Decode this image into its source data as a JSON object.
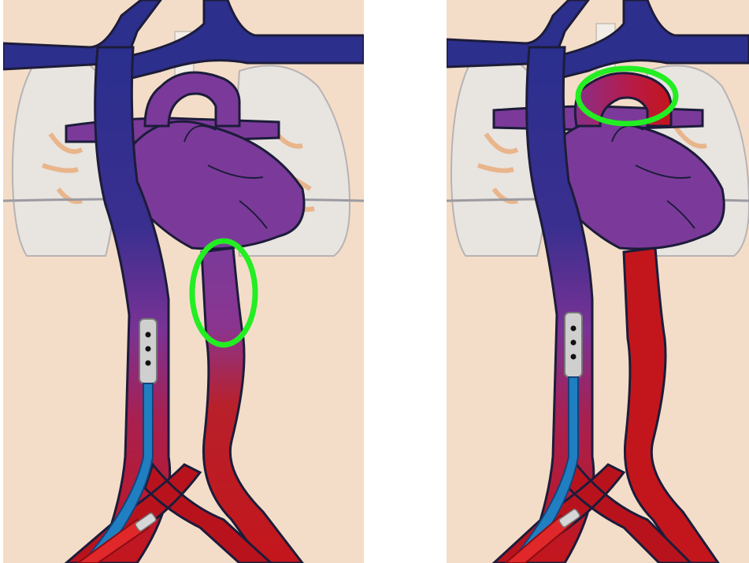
{
  "figure": {
    "panels": [
      {
        "id": "left",
        "highlight": "descending-aorta",
        "cannulas": [
          "drainage-cannula-venous",
          "return-cannula-arterial"
        ]
      },
      {
        "id": "right",
        "highlight": "aortic-arch",
        "cannulas": [
          "drainage-cannula-venous",
          "return-cannula-arterial"
        ]
      }
    ]
  },
  "colors": {
    "background": "#f4ddc8",
    "venous_blue": "#2f2f8c",
    "mixed_purple": "#7a3a99",
    "arterial_red": "#c3161c",
    "cannula_blue": "#1f7fc1",
    "highlight_green": "#22ee22",
    "lung_fill": "#e9e2dc",
    "lung_outline": "#b9b4b4"
  }
}
